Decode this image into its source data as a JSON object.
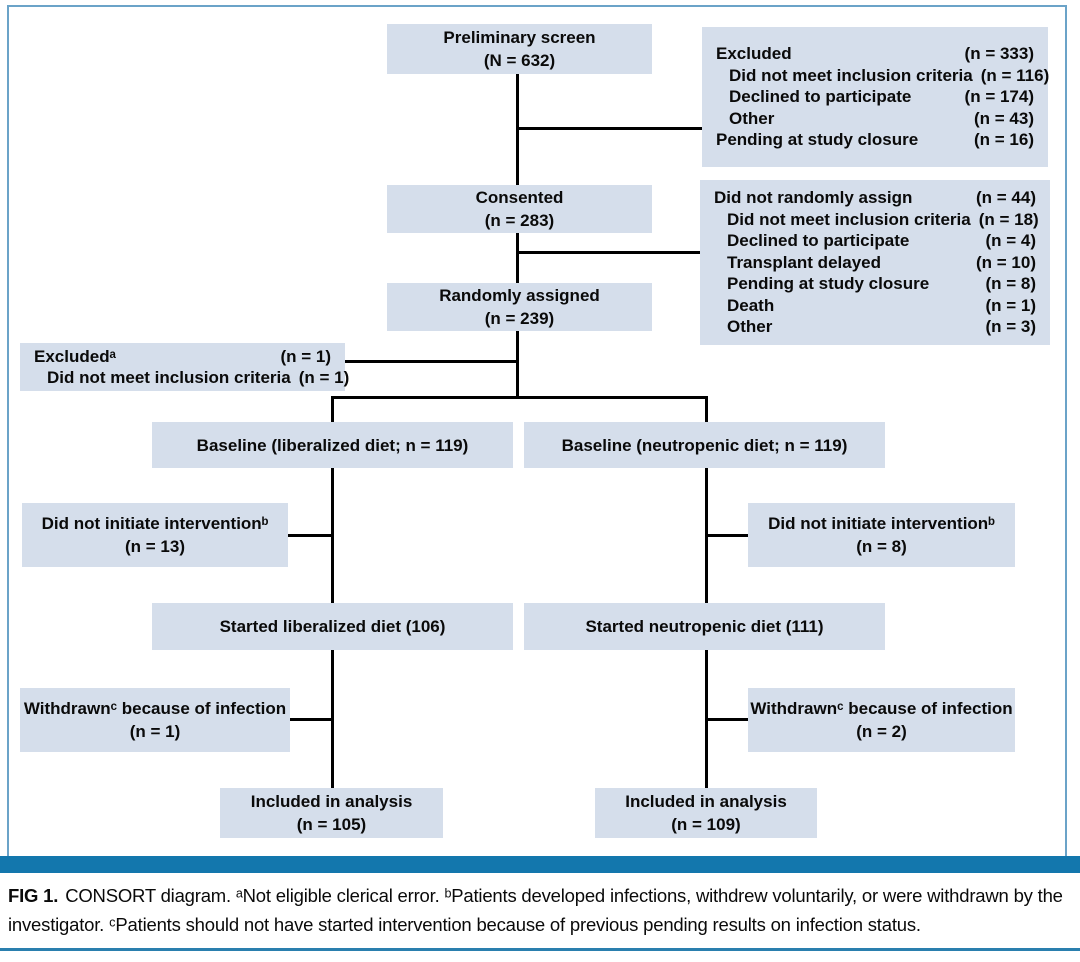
{
  "palette": {
    "box_fill": "#d5deeb",
    "line_color": "#000000",
    "bar_color": "#1377ad",
    "rule_color": "#2a7fae",
    "border_color": "#6ba3c8"
  },
  "flow": {
    "preliminary": {
      "line1": "Preliminary screen",
      "line2": "(N = 632)"
    },
    "excluded_screen": {
      "rows": [
        {
          "label": "Excluded",
          "value": "(n = 333)",
          "indent": false
        },
        {
          "label": "Did not meet inclusion criteria",
          "value": "(n = 116)",
          "indent": true
        },
        {
          "label": "Declined to participate",
          "value": "(n = 174)",
          "indent": true
        },
        {
          "label": "Other",
          "value": "(n = 43)",
          "indent": true
        },
        {
          "label": "Pending at study closure",
          "value": "(n = 16)",
          "indent": false
        }
      ]
    },
    "consented": {
      "line1": "Consented",
      "line2": "(n = 283)"
    },
    "not_randomized": {
      "rows": [
        {
          "label": "Did not randomly assign",
          "value": "(n = 44)",
          "indent": false
        },
        {
          "label": "Did not meet inclusion criteria",
          "value": "(n = 18)",
          "indent": true
        },
        {
          "label": "Declined to participate",
          "value": "(n = 4)",
          "indent": true
        },
        {
          "label": "Transplant delayed",
          "value": "(n = 10)",
          "indent": true
        },
        {
          "label": "Pending at study closure",
          "value": "(n = 8)",
          "indent": true
        },
        {
          "label": "Death",
          "value": "(n = 1)",
          "indent": true
        },
        {
          "label": "Other",
          "value": "(n = 3)",
          "indent": true
        }
      ]
    },
    "randomized": {
      "line1": "Randomly assigned",
      "line2": "(n = 239)"
    },
    "excluded_postrandom": {
      "rows": [
        {
          "label": "Excludedᵃ",
          "value": "(n = 1)",
          "indent": false
        },
        {
          "label": "Did not meet inclusion criteria",
          "value": "(n = 1)",
          "indent": true
        }
      ]
    },
    "baseline_liberalized": {
      "text": "Baseline (liberalized diet; n = 119)"
    },
    "baseline_neutropenic": {
      "text": "Baseline (neutropenic diet; n = 119)"
    },
    "dni_liberalized": {
      "line1": "Did not initiate interventionᵇ",
      "line2": "(n = 13)"
    },
    "dni_neutropenic": {
      "line1": "Did not initiate interventionᵇ",
      "line2": "(n = 8)"
    },
    "started_liberalized": {
      "text": "Started liberalized diet (106)"
    },
    "started_neutropenic": {
      "text": "Started neutropenic diet (111)"
    },
    "withdrawn_liberalized": {
      "line1": "Withdrawnᶜ because of infection",
      "line2": "(n = 1)"
    },
    "withdrawn_neutropenic": {
      "line1": "Withdrawnᶜ because of infection",
      "line2": "(n = 2)"
    },
    "analysis_liberalized": {
      "line1": "Included in analysis",
      "line2": "(n = 105)"
    },
    "analysis_neutropenic": {
      "line1": "Included in analysis",
      "line2": "(n = 109)"
    }
  },
  "caption": {
    "fig_label": "FIG 1.",
    "text": "CONSORT diagram. ᵃNot eligible clerical error. ᵇPatients developed infections, withdrew voluntarily, or were withdrawn by the investigator. ᶜPatients should not have started intervention because of previous pending results on infection status."
  }
}
